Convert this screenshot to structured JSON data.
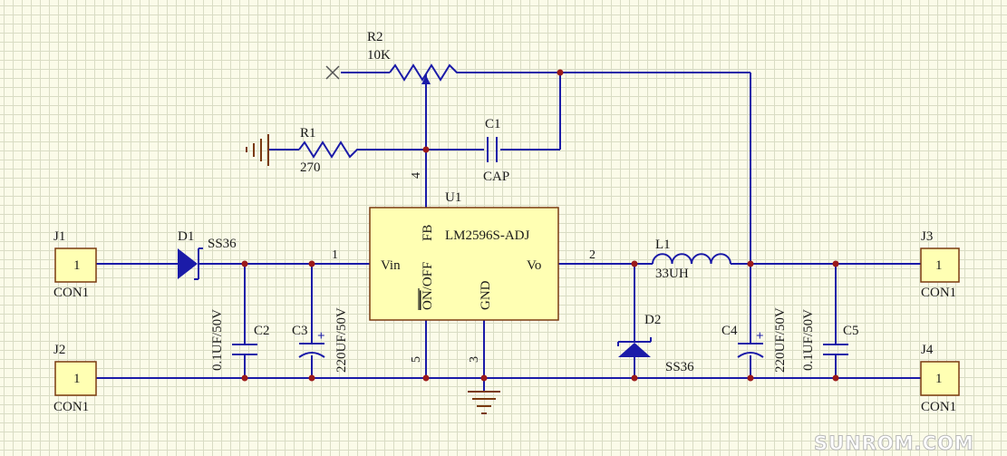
{
  "watermark": "SUNROM.COM",
  "colors": {
    "wire": "#1b1ba8",
    "ic_fill": "#ffffb3",
    "junction": "#9b1a1a",
    "ground": "#7a3a10"
  },
  "ic": {
    "ref": "U1",
    "part": "LM2596S-ADJ",
    "pin_vin": "Vin",
    "pin_vo": "Vo",
    "pin_fb": "FB",
    "pin_on_off_bar": "ON",
    "pin_on_off_rest": "/OFF",
    "pin_gnd": "GND",
    "pin_num_1": "1",
    "pin_num_2": "2",
    "pin_num_3": "3",
    "pin_num_4": "4",
    "pin_num_5": "5"
  },
  "connectors": {
    "j1": {
      "ref": "J1",
      "pin": "1",
      "type": "CON1"
    },
    "j2": {
      "ref": "J2",
      "pin": "1",
      "type": "CON1"
    },
    "j3": {
      "ref": "J3",
      "pin": "1",
      "type": "CON1"
    },
    "j4": {
      "ref": "J4",
      "pin": "1",
      "type": "CON1"
    }
  },
  "components": {
    "r1": {
      "ref": "R1",
      "value": "270"
    },
    "r2": {
      "ref": "R2",
      "value": "10K"
    },
    "c1": {
      "ref": "C1",
      "value": "CAP"
    },
    "c2": {
      "ref": "C2",
      "value": "0.1UF/50V"
    },
    "c3": {
      "ref": "C3",
      "value": "220UF/50V",
      "polarity": "+"
    },
    "c4": {
      "ref": "C4",
      "value": "220UF/50V",
      "polarity": "+"
    },
    "c5": {
      "ref": "C5",
      "value": "0.1UF/50V"
    },
    "d1": {
      "ref": "D1",
      "value": "SS36"
    },
    "d2": {
      "ref": "D2",
      "value": "SS36"
    },
    "l1": {
      "ref": "L1",
      "value": "33UH"
    }
  }
}
